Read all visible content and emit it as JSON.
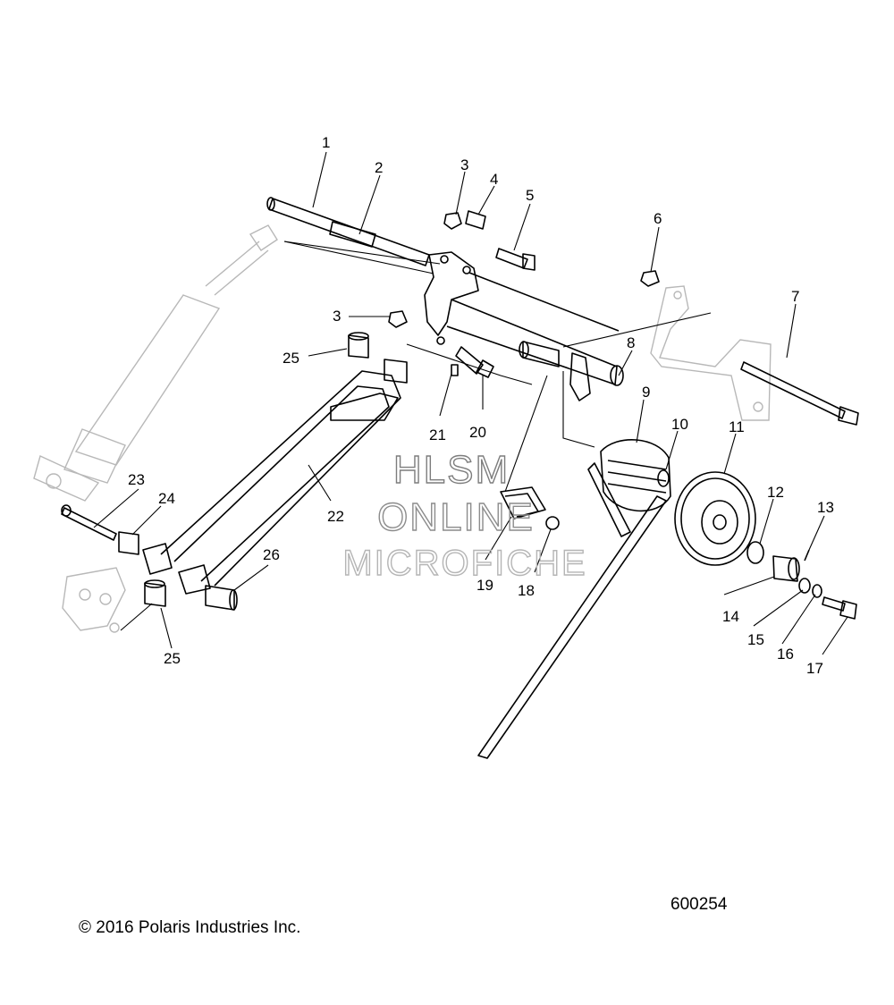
{
  "diagram": {
    "id": "600254",
    "copyright": "© 2016 Polaris Industries Inc."
  },
  "watermark": {
    "line1": "HLSM",
    "line2": "ONLINE",
    "line3": "MICROFICHE"
  },
  "callouts": [
    "1",
    "2",
    "3",
    "4",
    "5",
    "6",
    "3",
    "7",
    "8",
    "9",
    "10",
    "11",
    "12",
    "13",
    "14",
    "15",
    "16",
    "17",
    "18",
    "19",
    "20",
    "21",
    "22",
    "23",
    "24",
    "25",
    "25",
    "26"
  ]
}
